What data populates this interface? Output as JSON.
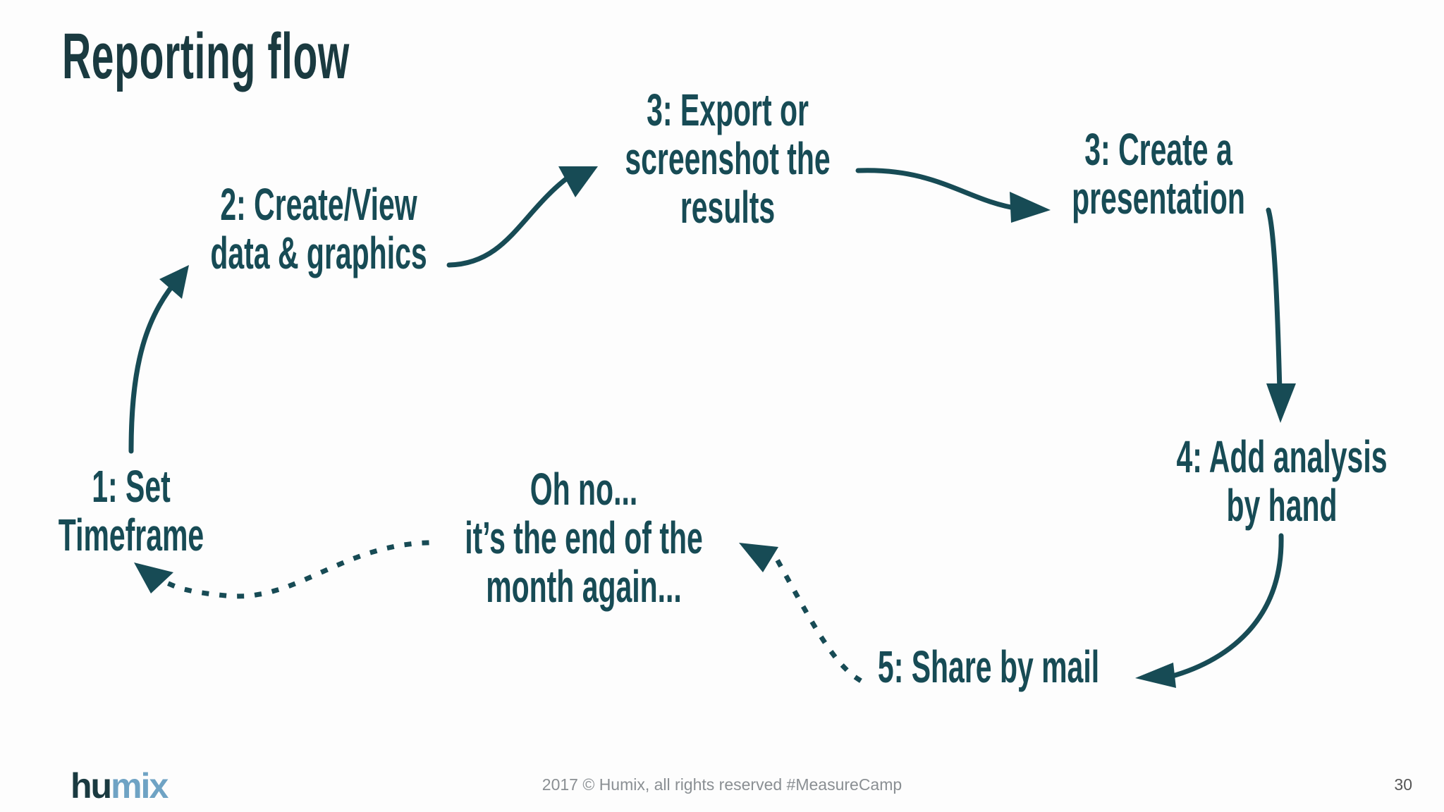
{
  "title": "Reporting flow",
  "nodes": {
    "set_timeframe": [
      "1: Set",
      "Timeframe"
    ],
    "create_view": [
      "2: Create/View",
      "data & graphics"
    ],
    "export": [
      "3: Export or",
      "screenshot the",
      "results"
    ],
    "presentation": [
      "3: Create a",
      "presentation"
    ],
    "analysis": [
      "4: Add analysis",
      "by hand"
    ],
    "share": [
      "5: Share by mail"
    ],
    "oh_no": [
      "Oh no...",
      "it’s the end of the",
      "month again..."
    ]
  },
  "footer": {
    "logo_part1": "hu",
    "logo_part2": "mix",
    "copyright": "2017 © Humix, all rights reserved #MeasureCamp",
    "page_number": "30"
  },
  "colors": {
    "text": "#174b55",
    "arrow": "#174b55",
    "title": "#1a3a40",
    "logo_accent": "#6fa3c4"
  }
}
